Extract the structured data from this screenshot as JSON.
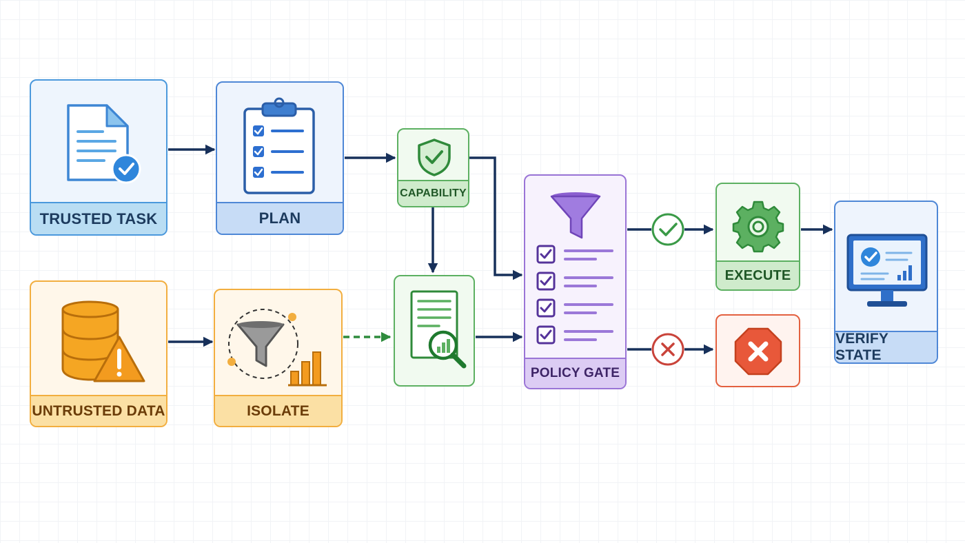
{
  "nodes": {
    "trusted_task": "TRUSTED TASK",
    "plan": "PLAN",
    "capability": "CAPABILITY",
    "policy_gate": "POLICY GATE",
    "execute": "EXECUTE",
    "verify_state": "VERIFY STATE",
    "untrusted_data": "UNTRUSTED DATA",
    "isolate": "ISOLATE"
  },
  "colors": {
    "arrow": "#17305a",
    "dashed_arrow": "#2e8b3c",
    "trusted": "#4a98dc",
    "untrusted": "#f2ae3f",
    "capability": "#5cb061",
    "policy": "#9a74d6",
    "deny": "#e3603f"
  },
  "icons": {
    "trusted_task": "document-check-icon",
    "plan": "clipboard-checklist-icon",
    "capability": "shield-check-icon",
    "policy_gate": "funnel-checklist-icon",
    "execute": "gear-icon",
    "verify_state": "monitor-check-icon",
    "untrusted_data": "database-warning-icon",
    "isolate": "funnel-chart-icon",
    "review": "document-magnifier-icon",
    "allow": "check-circle-icon",
    "deny": "x-circle-icon",
    "blocked": "stop-octagon-icon"
  }
}
